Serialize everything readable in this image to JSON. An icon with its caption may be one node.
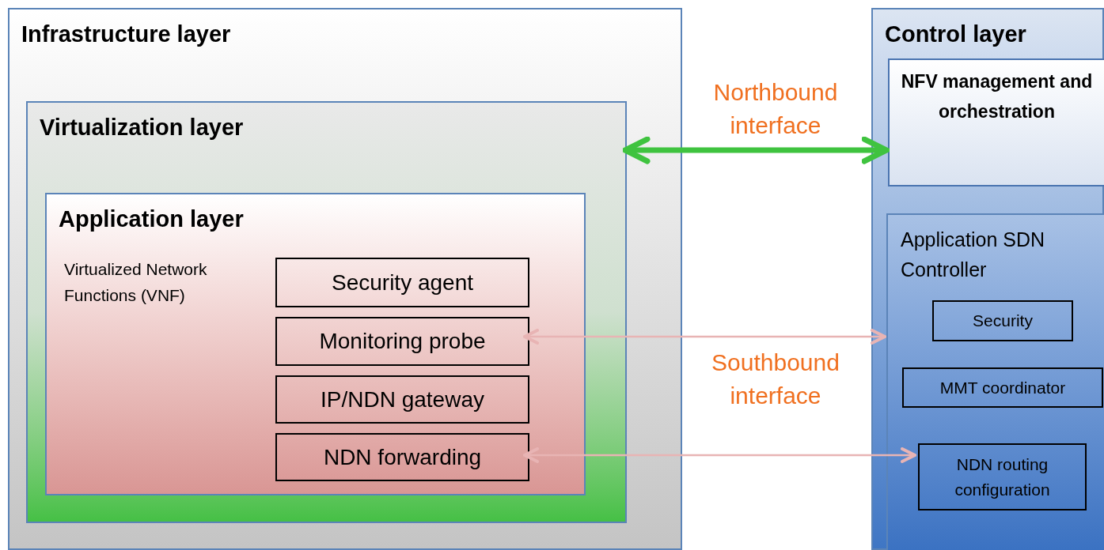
{
  "diagram": {
    "nodes": [
      {
        "text": [
          "Infrastructure layer"
        ]
      },
      {
        "text": [
          "Virtualization layer"
        ],
        "in": 0
      },
      {
        "text": [
          "Application layer",
          "Virtualized Network Functions (VNF)"
        ],
        "in": 1
      },
      {
        "text": [
          "Security agent"
        ],
        "in": 2
      },
      {
        "text": [
          "Monitoring probe"
        ],
        "in": 2
      },
      {
        "text": [
          "IP/NDN gateway"
        ],
        "in": 2
      },
      {
        "text": [
          "NDN forwarding"
        ],
        "in": 2
      },
      {
        "text": [
          "Control layer"
        ]
      },
      {
        "text": [
          "NFV management and orchestration"
        ],
        "in": 7
      },
      {
        "text": [
          "Application SDN Controller"
        ],
        "in": 7
      },
      {
        "text": [
          "Security"
        ],
        "in": 9
      },
      {
        "text": [
          "MMT coordinator"
        ],
        "in": 9
      },
      {
        "text": [
          "NDN routing configuration"
        ],
        "in": 9
      }
    ],
    "edges": [
      {
        "from": 1,
        "to": 8,
        "arrow": "both",
        "style": "thick",
        "color": "#3fc33f"
      },
      {
        "from": 4,
        "to": 9,
        "arrow": "both"
      },
      {
        "from": 6,
        "to": 12,
        "arrow": "both"
      }
    ],
    "labels": [
      "Northbound interface",
      "Southbound interface"
    ]
  }
}
